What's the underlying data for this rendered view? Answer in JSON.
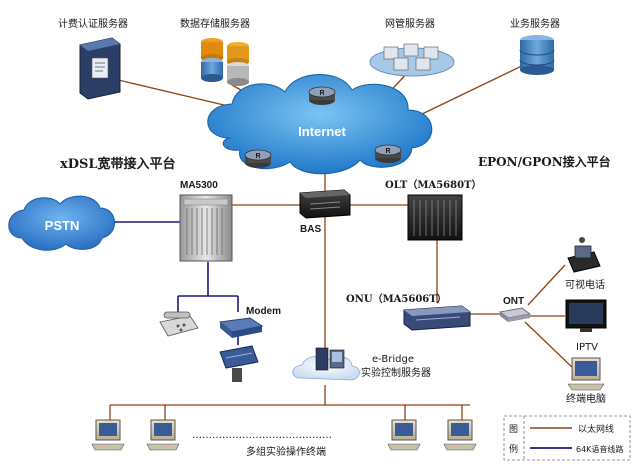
{
  "labels": {
    "billing_server": "计费认证服务器",
    "storage_server": "数据存储服务器",
    "nms_server": "网管服务器",
    "business_server": "业务服务器",
    "internet": "Internet",
    "xdsl_platform": "xDSL宽带接入平台",
    "epon_platform": "EPON/GPON接入平台",
    "ma5300": "MA5300",
    "bas": "BAS",
    "olt": "OLT（MA5680T）",
    "pstn": "PSTN",
    "modem": "Modem",
    "onu": "ONU（MA5606T）",
    "ont": "ONT",
    "videophone": "可视电话",
    "iptv": "IPTV",
    "terminal_pc": "终端电脑",
    "ebridge_line1": "e-Bridge",
    "ebridge_line2": "实验控制服务器",
    "workstations": "多组实验操作终端",
    "ellipsis": "……………………………………",
    "router_glyph": "R"
  },
  "legend": {
    "title_char1": "图",
    "title_char2": "例",
    "ethernet_label": "以太网线",
    "voice_label": "64K语音线路"
  },
  "colors": {
    "ethernet_line": "#8b4513",
    "voice_line": "#1a1a80",
    "cloud": "#2e8fd6",
    "pstn_cloud": "#3a8ad8"
  }
}
